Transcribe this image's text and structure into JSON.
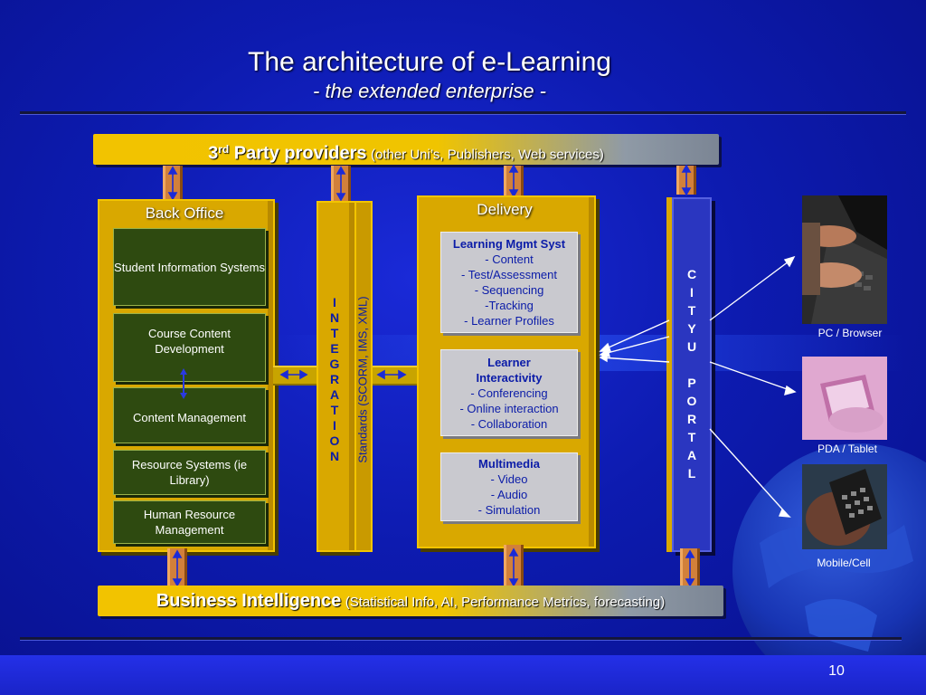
{
  "title": "The architecture of e-Learning",
  "subtitle": "- the extended enterprise -",
  "top_band": {
    "main": "3",
    "sup": "rd",
    "main_rest": " Party providers",
    "detail": "(other Uni’s, Publishers, Web services)"
  },
  "bottom_band": {
    "main": "Business Intelligence",
    "detail": "(Statistical Info, AI, Performance Metrics, forecasting)"
  },
  "back_office": {
    "title": "Back Office",
    "items": [
      "Student Information Systems",
      "Course Content Development",
      "Content Management",
      "Resource Systems (ie Library)",
      "Human Resource Management"
    ]
  },
  "integration": {
    "letters": [
      "I",
      "N",
      "T",
      "E",
      "G",
      "R",
      "A",
      "T",
      "I",
      "O",
      "N"
    ],
    "standards": "Standards (SCORM, IMS, XML)"
  },
  "delivery": {
    "title": "Delivery",
    "boxes": [
      {
        "heading": "Learning Mgmt Syst",
        "lines": [
          "- Content",
          "- Test/Assessment",
          "- Sequencing",
          "-Tracking",
          "- Learner Profiles"
        ]
      },
      {
        "heading": "Learner Interactivity",
        "lines": [
          "- Conferencing",
          "- Online interaction",
          "- Collaboration"
        ]
      },
      {
        "heading": "Multimedia",
        "lines": [
          "- Video",
          "- Audio",
          "- Simulation"
        ]
      }
    ]
  },
  "portal": {
    "letters": [
      "C",
      "I",
      "T",
      "Y",
      "U",
      "",
      "P",
      "O",
      "R",
      "T",
      "A",
      "L"
    ]
  },
  "devices": [
    {
      "label": "PC / Browser",
      "icon": "laptop-typing-icon"
    },
    {
      "label": "PDA / Tablet",
      "icon": "pda-tablet-icon"
    },
    {
      "label": "Mobile/Cell",
      "icon": "mobile-phone-icon"
    }
  ],
  "page_number": "10",
  "colors": {
    "gold": "#d9a800",
    "band_yellow": "#f2c300",
    "green_box": "#2e4a10",
    "delivery_text": "#0b1ca8",
    "background": "#0d1bb0"
  }
}
